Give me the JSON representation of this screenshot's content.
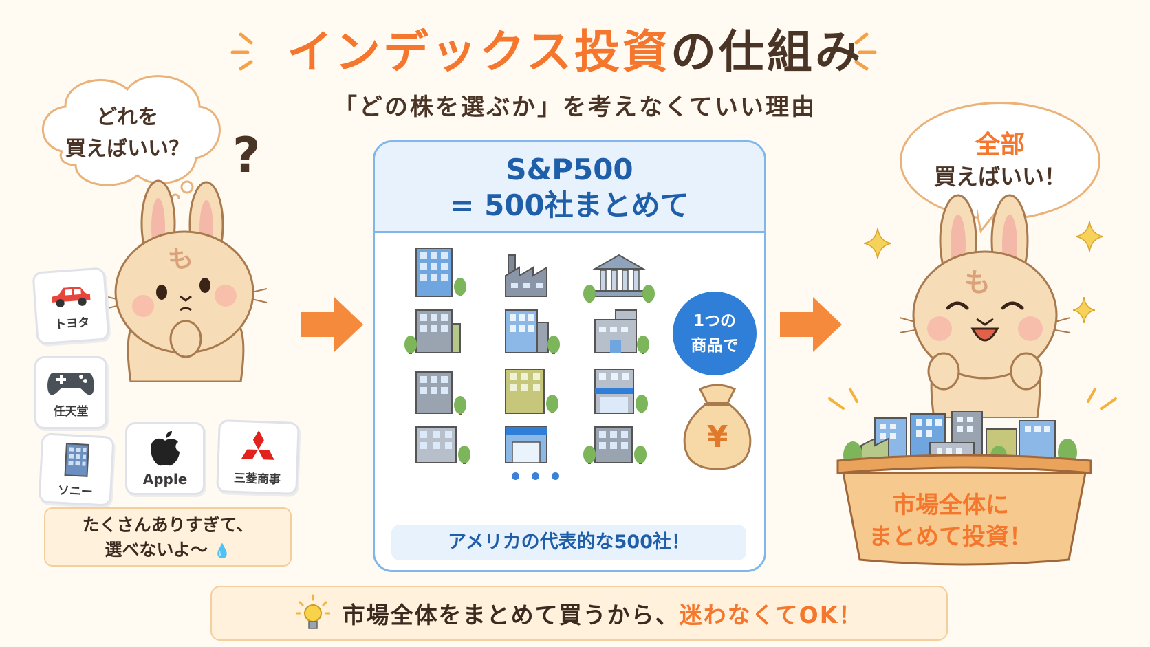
{
  "title": {
    "highlight": "インデックス投資",
    "rest": "の仕組み"
  },
  "subtitle": "「どの株を選ぶか」を考えなくていい理由",
  "left": {
    "bubble_line1": "どれを",
    "bubble_line2": "買えばいい？",
    "question_mark": "?",
    "rabbit_mark": "も",
    "companies": [
      {
        "label": "トヨタ",
        "icon": "car-icon",
        "color": "#e8453c"
      },
      {
        "label": "任天堂",
        "icon": "game-controller-icon",
        "color": "#4a5058"
      },
      {
        "label": "ソニー",
        "icon": "office-building-icon",
        "color": "#6b8fc0"
      },
      {
        "label": "Apple",
        "icon": "apple-logo-icon",
        "color": "#222222"
      },
      {
        "label": "三菱商事",
        "icon": "mitsubishi-logo-icon",
        "color": "#e3231b"
      }
    ],
    "note_line1": "たくさんありすぎて、",
    "note_line2": "選べないよ〜"
  },
  "center": {
    "header_line1": "S&P500",
    "header_line2": "= 500社まとめて",
    "badge_line1": "1つの",
    "badge_line2": "商品で",
    "money_symbol": "¥",
    "footer": "アメリカの代表的な500社！"
  },
  "right": {
    "bubble_line1": "全部",
    "bubble_line2": "買えばいい！",
    "rabbit_mark": "も",
    "basket_line1": "市場全体に",
    "basket_line2": "まとめて投資！"
  },
  "bottom": {
    "text": "市場全体をまとめて買うから、",
    "highlight": "迷わなくてOK！"
  },
  "colors": {
    "accent": "#f4772d",
    "blue": "#2f7fd8",
    "brown": "#4a3426"
  }
}
